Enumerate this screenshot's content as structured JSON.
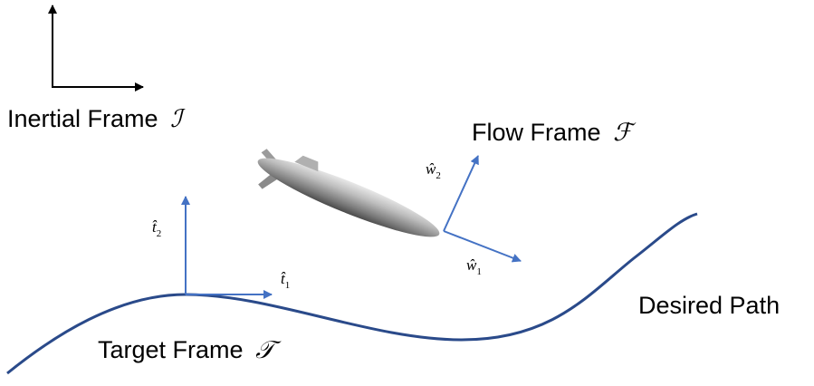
{
  "inertial_frame": {
    "label": "Inertial Frame",
    "symbol": "ℐ"
  },
  "flow_frame": {
    "label": "Flow Frame",
    "symbol": "ℱ"
  },
  "target_frame": {
    "label": "Target Frame",
    "symbol": "𝒯"
  },
  "desired_path": {
    "label": "Desired Path"
  },
  "vectors": {
    "t1": {
      "base": "t̂",
      "sub": "1"
    },
    "t2": {
      "base": "t̂",
      "sub": "2"
    },
    "w1": {
      "base": "ŵ",
      "sub": "1"
    },
    "w2": {
      "base": "ŵ",
      "sub": "2"
    }
  },
  "colors": {
    "path": "#2a4a8a",
    "arrow_blue": "#4472c4",
    "arrow_black": "#000000"
  }
}
